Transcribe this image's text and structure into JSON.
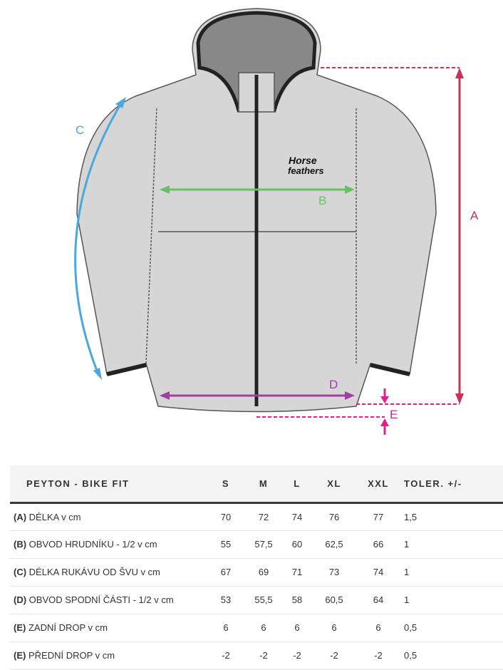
{
  "figure": {
    "labels": {
      "a": "A",
      "b": "B",
      "c": "C",
      "d": "D",
      "e": "E"
    },
    "brand_logo": "Horse feathers",
    "colors": {
      "a": "#c8325a",
      "b": "#6cbf6a",
      "c": "#4aa8dc",
      "d": "#a040a0",
      "e": "#e0208c",
      "jacket": "#d6d6d6"
    }
  },
  "table": {
    "title": "PEYTON - BIKE FIT",
    "sizes": [
      "S",
      "M",
      "L",
      "XL",
      "XXL"
    ],
    "tolerance_header": "TOLER. +/-",
    "rows": [
      {
        "code": "(A)",
        "name": "DÉLKA v cm",
        "values": [
          "70",
          "72",
          "74",
          "76",
          "77"
        ],
        "tol": "1,5"
      },
      {
        "code": "(B)",
        "name": "OBVOD HRUDNÍKU - 1/2 v cm",
        "values": [
          "55",
          "57,5",
          "60",
          "62,5",
          "66"
        ],
        "tol": "1"
      },
      {
        "code": "(C)",
        "name": "DÉLKA RUKÁVU OD ŠVU v cm",
        "values": [
          "67",
          "69",
          "71",
          "73",
          "74"
        ],
        "tol": "1"
      },
      {
        "code": "(D)",
        "name": "OBVOD SPODNÍ ČÁSTI - 1/2 v cm",
        "values": [
          "53",
          "55,5",
          "58",
          "60,5",
          "64"
        ],
        "tol": "1"
      },
      {
        "code": "(E)",
        "name": "ZADNÍ DROP v cm",
        "values": [
          "6",
          "6",
          "6",
          "6",
          "6"
        ],
        "tol": "0,5"
      },
      {
        "code": "(E)",
        "name": "PŘEDNÍ DROP v cm",
        "values": [
          "-2",
          "-2",
          "-2",
          "-2",
          "-2"
        ],
        "tol": "0,5"
      }
    ]
  }
}
